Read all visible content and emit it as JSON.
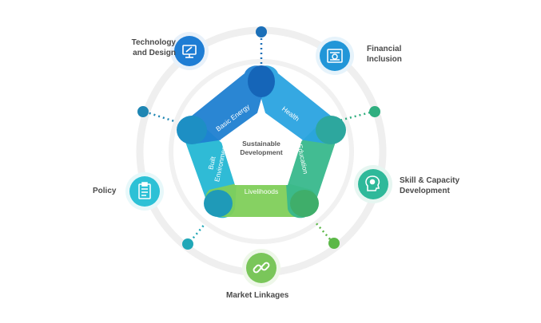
{
  "center": {
    "line1": "Sustainable",
    "line2": "Development"
  },
  "petals": [
    {
      "key": "basic_energy",
      "label": "Basic Energy",
      "color": "#1f7fd1"
    },
    {
      "key": "health",
      "label": "Health",
      "color": "#2aa3e0"
    },
    {
      "key": "education",
      "label": "Education",
      "color": "#38b88c"
    },
    {
      "key": "livelihoods",
      "label": "Livelihoods",
      "color": "#7fcf5a"
    },
    {
      "key": "built_environment",
      "label_line1": "Built",
      "label_line2": "Environment",
      "color": "#24b7d4"
    }
  ],
  "pillars": [
    {
      "key": "technology_design",
      "line1": "Technology",
      "line2": "and Design",
      "icon": "monitor-icon",
      "color": "#1e7dd4"
    },
    {
      "key": "financial_inclusion",
      "line1": "Financial",
      "line2": "Inclusion",
      "icon": "cash-icon",
      "color": "#2196d8"
    },
    {
      "key": "skill_capacity",
      "line1": "Skill & Capacity",
      "line2": "Development",
      "icon": "head-gear-icon",
      "color": "#2fb99a"
    },
    {
      "key": "market_linkages",
      "line1": "Market Linkages",
      "line2": "",
      "icon": "link-icon",
      "color": "#7ac65a"
    },
    {
      "key": "policy",
      "line1": "Policy",
      "line2": "",
      "icon": "clipboard-icon",
      "color": "#2cc1d6"
    }
  ],
  "connector_dots": [
    {
      "key": "top",
      "color": "#1b6fb8"
    },
    {
      "key": "upper_right",
      "color": "#2fae7f"
    },
    {
      "key": "lower_right",
      "color": "#5cb848"
    },
    {
      "key": "lower_left",
      "color": "#21a7b7"
    },
    {
      "key": "upper_left",
      "color": "#1f86b3"
    }
  ],
  "ring_color": "#eeeeee"
}
